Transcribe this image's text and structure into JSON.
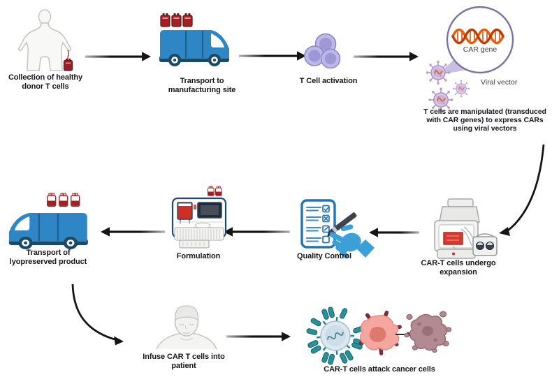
{
  "diagram": {
    "steps": [
      {
        "id": "collection",
        "icon": "donor-figure-icon",
        "label": "Collection of healthy\ndonor T cells"
      },
      {
        "id": "transport_manufacturing",
        "icon": "delivery-van-icon",
        "label": "Transport to\nmanufacturing site"
      },
      {
        "id": "activation",
        "icon": "t-cells-icon",
        "label": "T Cell activation"
      },
      {
        "id": "transduction",
        "icon": "viral-vector-icon",
        "label": "T cells are manipulated (transduced\nwith CAR genes) to express CARs\nusing viral vectors"
      },
      {
        "id": "expansion",
        "icon": "expansion-machine-icon",
        "label": "CAR-T cells undergo\nexpansion"
      },
      {
        "id": "quality_control",
        "icon": "quality-control-icon",
        "label": "Quality Control"
      },
      {
        "id": "formulation",
        "icon": "formulation-machine-icon",
        "label": "Formulation"
      },
      {
        "id": "transport_lyopreserved",
        "icon": "delivery-van-icon",
        "label": "Transport of\nlyopreserved product"
      },
      {
        "id": "infusion",
        "icon": "patient-icon",
        "label": "Infuse CAR T cells into\npatient"
      },
      {
        "id": "attack",
        "icon": "cell-attack-icon",
        "label": "CAR-T cells attack cancer cells"
      }
    ],
    "annotations": {
      "car_gene": "CAR gene",
      "viral_vector": "Viral vector"
    },
    "colors": {
      "van_blue": "#2e86c5",
      "van_dark": "#1a4a68",
      "blood_red": "#a32025",
      "blood_red_dark": "#6e1519",
      "cell_purple": "#bdb9e6",
      "cell_purple_dark": "#9e98d6",
      "dna_orange": "#e85d04",
      "qc_blue": "#2574ae",
      "hand_blue": "#3b9fd8",
      "receptor_teal": "#2a9099",
      "cancer_pink": "#f5a79f",
      "cancer_spike": "#7e2d35",
      "dead_mauve": "#b28a91",
      "virus_purple": "#d7c5e8",
      "cone_purple": "#cabfe0",
      "machine_red": "#d8392c",
      "arrow_black": "#151515",
      "outline_gray": "#c2c2c0"
    }
  }
}
